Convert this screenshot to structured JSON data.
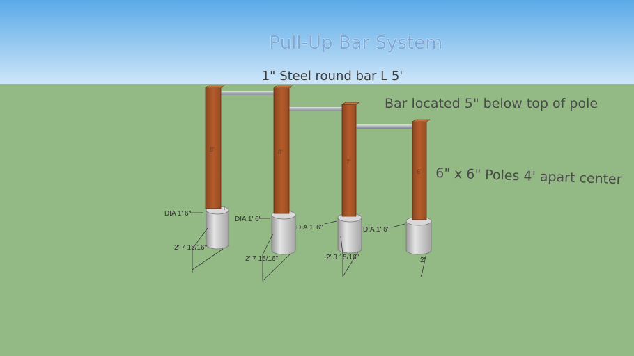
{
  "title": "Pull-Up Bar System",
  "annotations": {
    "bar_spec": "1\" Steel round bar L 5'",
    "bar_location": "Bar located 5\" below top of pole",
    "poles": "6\" x 6\" Poles 4' apart center"
  },
  "colors": {
    "sky_top": "#5aaae8",
    "sky_bottom": "#cfe6f8",
    "ground": "#93b985",
    "wood": "#b05a2a",
    "wood_dark": "#7a3a17",
    "concrete": "#c8c8c8",
    "steel": "#a9b0b5"
  },
  "poles": [
    {
      "height_label": "8'",
      "diameter_label": "DIA 1' 6\"",
      "depth_label": "2' 7 15/16\""
    },
    {
      "height_label": "8'",
      "diameter_label": "DIA 1' 6\"",
      "depth_label": "2' 7 15/16\""
    },
    {
      "height_label": "7'",
      "diameter_label": "DIA 1' 6\"",
      "depth_label": "2' 3 15/16\""
    },
    {
      "height_label": "6'",
      "diameter_label": "DIA 1' 6\"",
      "depth_label": "2'"
    }
  ]
}
